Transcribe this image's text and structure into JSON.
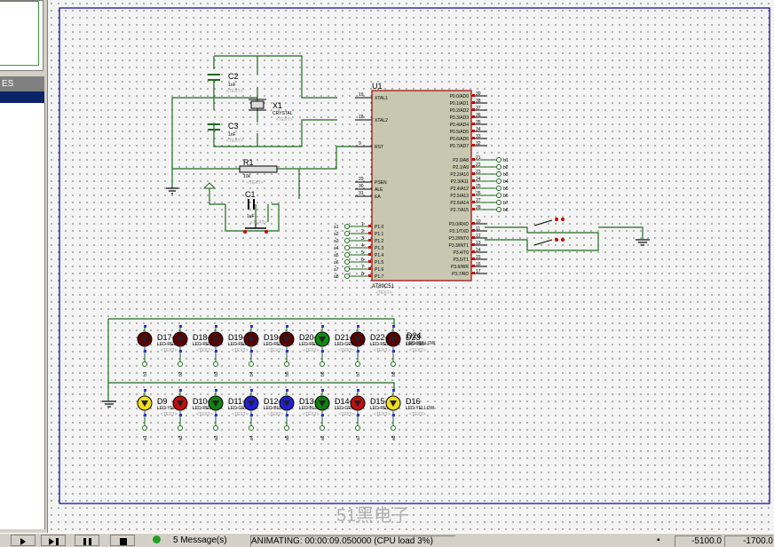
{
  "left_panel": {
    "header": "ES"
  },
  "chip": {
    "ref": "U1",
    "part": "AT89C51",
    "text_tag": "<TEXT>",
    "left_pins": [
      {
        "num": "19",
        "name": "XTAL1"
      },
      {
        "num": "18",
        "name": "XTAL2"
      },
      {
        "num": "9",
        "name": "RST"
      },
      {
        "num": "29",
        "name": "PSEN"
      },
      {
        "num": "30",
        "name": "ALE"
      },
      {
        "num": "31",
        "name": "EA"
      }
    ],
    "p1_pins": [
      {
        "num": "1",
        "name": "P1.0",
        "net": "a1"
      },
      {
        "num": "2",
        "name": "P1.1",
        "net": "a2"
      },
      {
        "num": "3",
        "name": "P1.2",
        "net": "a3"
      },
      {
        "num": "4",
        "name": "P1.3",
        "net": "a4"
      },
      {
        "num": "5",
        "name": "P1.4",
        "net": "a5"
      },
      {
        "num": "6",
        "name": "P1.5",
        "net": "a6"
      },
      {
        "num": "7",
        "name": "P1.6",
        "net": "a7"
      },
      {
        "num": "8",
        "name": "P1.7",
        "net": "a8"
      }
    ],
    "p0_pins": [
      {
        "num": "39",
        "name": "P0.0/AD0"
      },
      {
        "num": "38",
        "name": "P0.1/AD1"
      },
      {
        "num": "37",
        "name": "P0.2/AD2"
      },
      {
        "num": "36",
        "name": "P0.3/AD3"
      },
      {
        "num": "35",
        "name": "P0.4/AD4"
      },
      {
        "num": "34",
        "name": "P0.5/AD5"
      },
      {
        "num": "33",
        "name": "P0.6/AD6"
      },
      {
        "num": "32",
        "name": "P0.7/AD7"
      }
    ],
    "p2_pins": [
      {
        "num": "21",
        "name": "P2.0/A8",
        "net": "b1"
      },
      {
        "num": "22",
        "name": "P2.1/A9",
        "net": "b2"
      },
      {
        "num": "23",
        "name": "P2.2/A10",
        "net": "b3"
      },
      {
        "num": "24",
        "name": "P2.3/A11",
        "net": "b4"
      },
      {
        "num": "25",
        "name": "P2.4/A12",
        "net": "b5"
      },
      {
        "num": "26",
        "name": "P2.5/A13",
        "net": "b6"
      },
      {
        "num": "27",
        "name": "P2.6/A14",
        "net": "b7"
      },
      {
        "num": "28",
        "name": "P2.7/A15",
        "net": "b8"
      }
    ],
    "p3_pins": [
      {
        "num": "10",
        "name": "P3.0/RXD"
      },
      {
        "num": "11",
        "name": "P3.1/TXD"
      },
      {
        "num": "12",
        "name": "P3.2/INT0"
      },
      {
        "num": "13",
        "name": "P3.3/INT1"
      },
      {
        "num": "14",
        "name": "P3.4/T0"
      },
      {
        "num": "15",
        "name": "P3.5/T1"
      },
      {
        "num": "16",
        "name": "P3.6/WR"
      },
      {
        "num": "17",
        "name": "P3.7/RD"
      }
    ]
  },
  "components": {
    "c2": {
      "ref": "C2",
      "value": "1nF",
      "tag": "<TEXT>"
    },
    "c3": {
      "ref": "C3",
      "value": "1nF",
      "tag": "<TEXT>"
    },
    "x1": {
      "ref": "X1",
      "value": "CRYSTAL",
      "tag": "<TEXT>"
    },
    "r1": {
      "ref": "R1",
      "value": "10k",
      "tag": "<TEXT>"
    },
    "c1": {
      "ref": "C1",
      "value": "1uF",
      "tag": "<TEXT>"
    }
  },
  "leds_top": [
    {
      "ref": "D17",
      "model": "LED-RED",
      "color": "#5a0000",
      "net": "b1"
    },
    {
      "ref": "D18",
      "model": "LED-RED",
      "color": "#5a0000",
      "net": "b2"
    },
    {
      "ref": "D19",
      "model": "LED-RED",
      "color": "#5a0000",
      "net": "b3"
    },
    {
      "ref": "D19",
      "model": "LED-RED",
      "color": "#5a0000",
      "net": "b4"
    },
    {
      "ref": "D20",
      "model": "LED-RED",
      "color": "#5a0000",
      "net": "b5"
    },
    {
      "ref": "D21",
      "model": "LED-GREEN",
      "color": "#0e8c0e",
      "net": "b6"
    },
    {
      "ref": "D22",
      "model": "LED-RED",
      "color": "#5a0000",
      "net": "b7"
    },
    {
      "ref": "D23",
      "model": "LED-RED",
      "color": "#5a0000",
      "net": "b8"
    }
  ],
  "led_top_last": {
    "ref": "D24",
    "model": "LED-YELLOW"
  },
  "leds_bottom": [
    {
      "ref": "D9",
      "model": "LED-YELLOW",
      "color": "#f0e020",
      "net": "a1"
    },
    {
      "ref": "D10",
      "model": "LED-RED",
      "color": "#c01010",
      "net": "a2"
    },
    {
      "ref": "D11",
      "model": "LED-GREEN",
      "color": "#108010",
      "net": "a3"
    },
    {
      "ref": "D12",
      "model": "LED-BLUE",
      "color": "#2020d0",
      "net": "a4"
    },
    {
      "ref": "D13",
      "model": "LED-BLUE",
      "color": "#2020d0",
      "net": "a5"
    },
    {
      "ref": "D14",
      "model": "LED-GREEN",
      "color": "#108010",
      "net": "a6"
    },
    {
      "ref": "D15",
      "model": "LED-RED",
      "color": "#c01010",
      "net": "a7"
    },
    {
      "ref": "D16",
      "model": "LED-YELLOW",
      "color": "#f0e020",
      "net": "a8"
    }
  ],
  "led_tag": "<TEXT>",
  "watermark": "51黑电子",
  "status_bar": {
    "messages": "5 Message(s)",
    "animation": "ANIMATING: 00:00:09.050000 (CPU load 3%)",
    "coord_x": "-5100.0",
    "coord_y": "-1700.0"
  },
  "colors": {
    "wire": "#1e6b1e",
    "chip_fill": "#c8c8b0",
    "chip_border": "#a00000",
    "sheet_border": "#0000a0",
    "pin_label": "#000080"
  }
}
